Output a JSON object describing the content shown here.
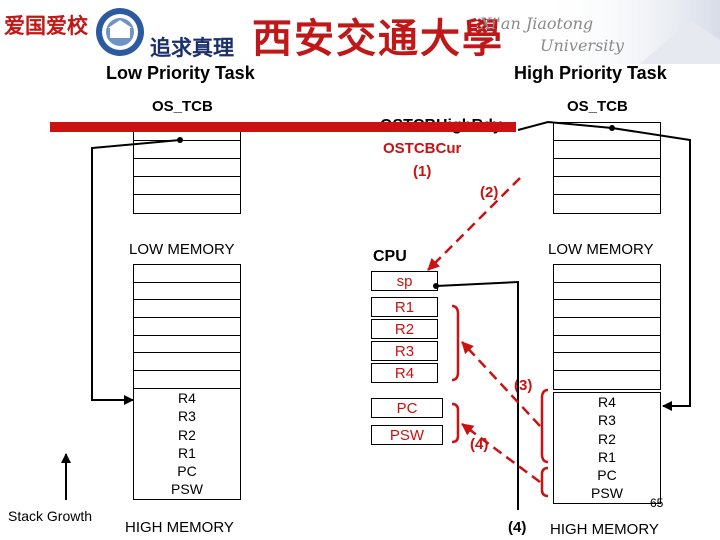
{
  "header": {
    "logo_motto_top": "爱国爱校",
    "logo_motto_bottom": "追求真理",
    "university_name_cn": "西安交通大學",
    "university_name_en_1": "Xi'an Jiaotong",
    "university_name_en_2": "University"
  },
  "low_task": {
    "title": "Low Priority Task",
    "tcb_label": "OS_TCB",
    "low_memory": "LOW MEMORY",
    "high_memory": "HIGH MEMORY",
    "registers": [
      "R4",
      "R3",
      "R2",
      "R1",
      "PC",
      "PSW"
    ]
  },
  "high_task": {
    "title": "High Priority Task",
    "tcb_label": "OS_TCB",
    "low_memory": "LOW MEMORY",
    "high_memory": "HIGH MEMORY",
    "registers": [
      "R4",
      "R3",
      "R2",
      "R1",
      "PC",
      "PSW"
    ]
  },
  "pointers": {
    "high_rdy": "OSTCBHighRdy",
    "cur": "OSTCBCur",
    "step1": "(1)",
    "step2": "(2)",
    "step3": "(3)",
    "step4a": "(4)",
    "step4b": "(4)"
  },
  "cpu": {
    "title": "CPU",
    "sp": "sp",
    "regs": [
      "R1",
      "R2",
      "R3",
      "R4"
    ],
    "pc": "PC",
    "psw": "PSW"
  },
  "stack_growth": "Stack Growth",
  "page_number": "65",
  "colors": {
    "red": "#cc1111",
    "brand_red": "#c01818",
    "banner_blue": "#2c5aa0"
  }
}
